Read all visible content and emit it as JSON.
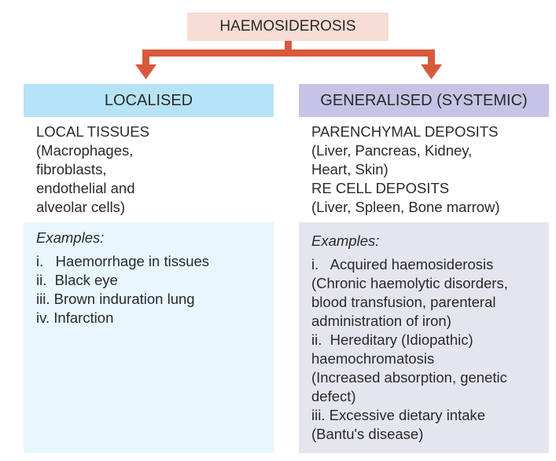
{
  "title": "HAEMOSIDEROSIS",
  "colors": {
    "arrow": "#d85a3a",
    "title_bg": "#f6dcd4",
    "localised_bg": "#b6e3f6",
    "generalised_bg": "#c6c3e6"
  },
  "localised": {
    "heading": "LOCALISED",
    "description": [
      "LOCAL TISSUES",
      "(Macrophages,",
      "fibroblasts,",
      "endothelial and",
      "alveolar cells)"
    ],
    "examples_label": "Examples:",
    "examples": [
      "i.   Haemorrhage in tissues",
      "ii.  Black eye",
      "iii. Brown induration lung",
      "iv. Infarction"
    ]
  },
  "generalised": {
    "heading": "GENERALISED (SYSTEMIC)",
    "description": [
      "PARENCHYMAL DEPOSITS",
      "(Liver, Pancreas, Kidney,",
      "Heart, Skin)",
      "RE CELL DEPOSITS",
      "(Liver, Spleen, Bone marrow)"
    ],
    "examples_label": "Examples:",
    "examples": [
      "i.   Acquired haemosiderosis",
      "(Chronic haemolytic disorders,",
      "blood transfusion, parenteral",
      "administration of iron)",
      "ii.  Hereditary (Idiopathic)",
      "haemochromatosis",
      "(Increased absorption, genetic",
      "defect)",
      "iii. Excessive dietary intake",
      "(Bantu's disease)"
    ]
  }
}
